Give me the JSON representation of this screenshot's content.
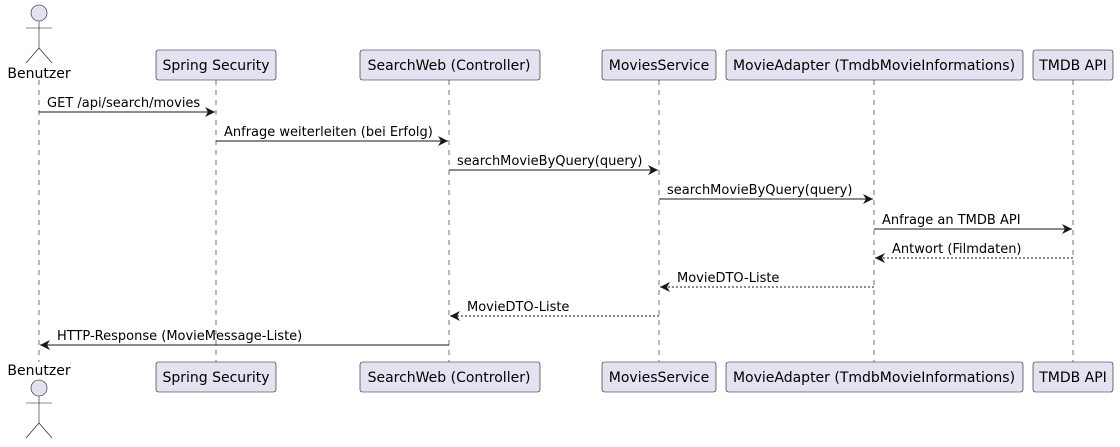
{
  "diagram": {
    "type": "sequence",
    "colors": {
      "participant_fill": "#E2E2F0",
      "participant_stroke": "#181818",
      "lifeline": "#181818",
      "arrow": "#181818",
      "text": "#000000"
    },
    "participants": [
      {
        "id": "benutzer",
        "label": "Benutzer",
        "kind": "actor"
      },
      {
        "id": "spring",
        "label": "Spring Security",
        "kind": "participant"
      },
      {
        "id": "searchweb",
        "label": "SearchWeb (Controller)",
        "kind": "participant"
      },
      {
        "id": "movies",
        "label": "MoviesService",
        "kind": "participant"
      },
      {
        "id": "adapter",
        "label": "MovieAdapter (TmdbMovieInformations)",
        "kind": "participant"
      },
      {
        "id": "tmdb",
        "label": "TMDB API",
        "kind": "participant"
      }
    ],
    "messages": [
      {
        "from": "benutzer",
        "to": "spring",
        "label": "GET /api/search/movies",
        "style": "solid"
      },
      {
        "from": "spring",
        "to": "searchweb",
        "label": "Anfrage weiterleiten (bei Erfolg)",
        "style": "solid"
      },
      {
        "from": "searchweb",
        "to": "movies",
        "label": "searchMovieByQuery(query)",
        "style": "solid"
      },
      {
        "from": "movies",
        "to": "adapter",
        "label": "searchMovieByQuery(query)",
        "style": "solid"
      },
      {
        "from": "adapter",
        "to": "tmdb",
        "label": "Anfrage an TMDB API",
        "style": "solid"
      },
      {
        "from": "tmdb",
        "to": "adapter",
        "label": "Antwort (Filmdaten)",
        "style": "dashed"
      },
      {
        "from": "adapter",
        "to": "movies",
        "label": "MovieDTO-Liste",
        "style": "dashed"
      },
      {
        "from": "movies",
        "to": "searchweb",
        "label": "MovieDTO-Liste",
        "style": "dashed"
      },
      {
        "from": "searchweb",
        "to": "benutzer",
        "label": "HTTP-Response (MovieMessage-Liste)",
        "style": "solid"
      }
    ]
  }
}
